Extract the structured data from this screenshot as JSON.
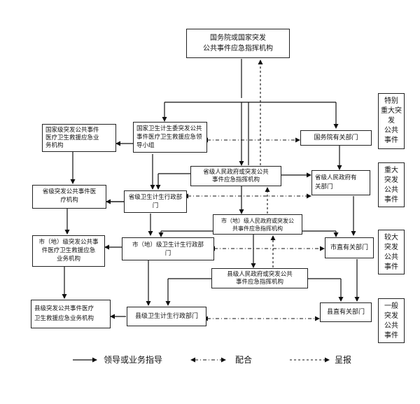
{
  "nodes": {
    "state_council": "国务院或国家突发\n公共事件应急指挥机构",
    "nhc_group": "国家卫生计生委突发公共\n事件医疗卫生救援应急领\n导小组",
    "national_rescue": "国家级突发公共事件\n医疗卫生救援应急业\n务机构",
    "state_council_dept": "国务院有关部门",
    "prov_gov_command": "省级人民政府或突发公共\n事件应急指挥机构",
    "prov_gov_dept": "省级人民政府有\n关部门",
    "prov_health": "省级卫生计生行政部\n门",
    "prov_rescue": "省级突发公共事件医\n疗机构",
    "city_gov_command": "市（地）级人民政府或突发公\n共事件应急指挥机构",
    "city_health": "市（地）级卫生计生行政部\n门",
    "city_rescue": "市（地）级突发公共事\n件医疗卫生救援应急\n业务机构",
    "city_dept": "市直有关部门",
    "county_gov_command": "县级人民政府或突发公共\n事件应急指挥机构",
    "county_health": "县级卫生计生行政部门",
    "county_rescue": "县级突发公共事件医疗\n卫生救援应急业务机构",
    "county_dept": "县直有关部门"
  },
  "levels": {
    "extra_serious": "特别\n重大突发\n公共\n事件",
    "serious": "重大\n突发\n公共\n事件",
    "major": "较大\n突发\n公共\n事件",
    "general": "一般\n突发\n公共\n事件"
  },
  "legend": {
    "lead": "领导或业务指导",
    "cooperate": "配合",
    "report": "呈报"
  }
}
